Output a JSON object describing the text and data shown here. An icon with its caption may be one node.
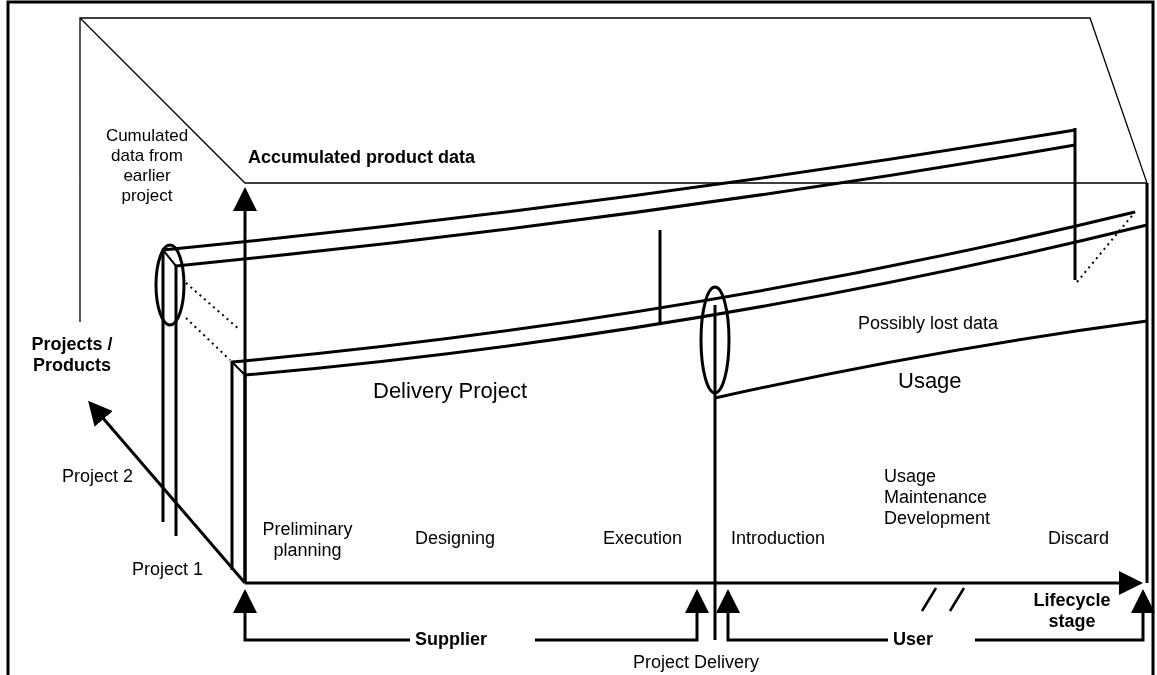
{
  "diagram": {
    "labels": [
      "Cumulated data from earlier project",
      "Accumulated product data",
      "Possibly lost data",
      "Projects / Products",
      "Delivery Project",
      "Usage",
      "Project 2",
      "Preliminary planning",
      "Designing",
      "Execution",
      "Introduction",
      "Usage Maintenance Development",
      "Discard",
      "Project 1",
      "Lifecycle stage",
      "Supplier",
      "User",
      "Project Delivery"
    ]
  }
}
